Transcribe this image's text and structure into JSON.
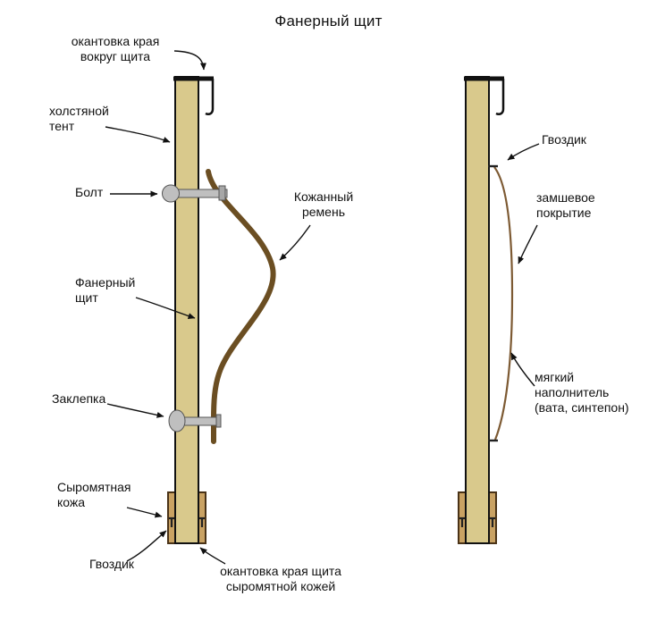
{
  "title": "Фанерный щит",
  "colors": {
    "board": "#d9c98c",
    "edging": "#c9a263",
    "edging_outline": "#4a3317",
    "strap": "#6b4e22",
    "suede": "#7d5a33",
    "metal": "#bfbfbf",
    "metal_dark": "#a7a7a7",
    "outline": "#111111"
  },
  "left_view": {
    "labels": {
      "edging_top": "окантовка края\nвокруг щита",
      "canvas_tent": "холстяной\nтент",
      "bolt": "Болт",
      "leather_strap": "Кожанный\nремень",
      "plywood_board": "Фанерный\nщит",
      "rivet": "Заклепка",
      "rawhide": "Сыромятная\nкожа",
      "nail": "Гвоздик",
      "edging_bottom": "окантовка края щита\nсыромятной кожей"
    }
  },
  "right_view": {
    "labels": {
      "nail": "Гвоздик",
      "suede_cover": "замшевое\nпокрытие",
      "soft_filler": "мягкий\nнаполнитель\n(вата, синтепон)"
    }
  }
}
